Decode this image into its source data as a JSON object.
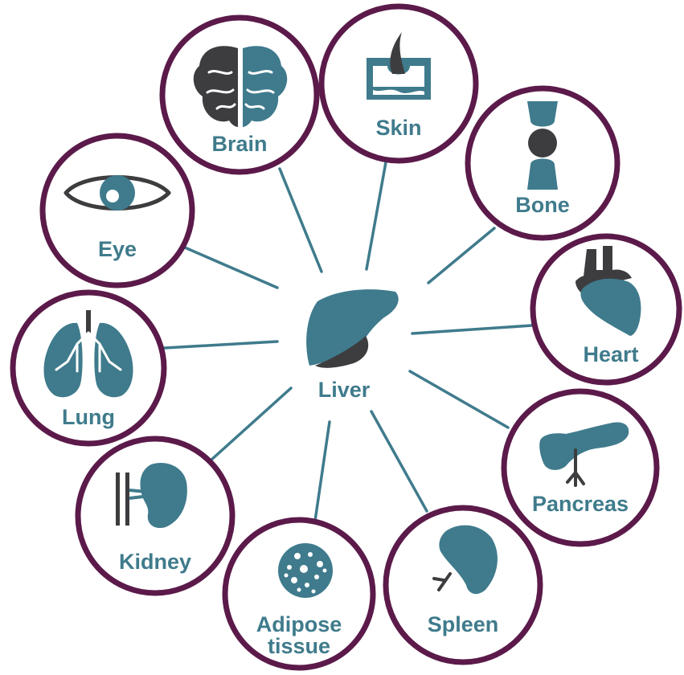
{
  "center": {
    "label": "Liver",
    "icon": "liver-icon"
  },
  "organs": [
    {
      "id": "brain",
      "label": "Brain",
      "icon": "brain-icon"
    },
    {
      "id": "skin",
      "label": "Skin",
      "icon": "skin-icon"
    },
    {
      "id": "bone",
      "label": "Bone",
      "icon": "bone-icon"
    },
    {
      "id": "heart",
      "label": "Heart",
      "icon": "heart-icon"
    },
    {
      "id": "pancreas",
      "label": "Pancreas",
      "icon": "pancreas-icon"
    },
    {
      "id": "spleen",
      "label": "Spleen",
      "icon": "spleen-icon"
    },
    {
      "id": "adipose",
      "label_line1": "Adipose",
      "label_line2": "tissue",
      "icon": "adipose-icon"
    },
    {
      "id": "kidney",
      "label": "Kidney",
      "icon": "kidney-icon"
    },
    {
      "id": "lung",
      "label": "Lung",
      "icon": "lung-icon"
    },
    {
      "id": "eye",
      "label": "Eye",
      "icon": "eye-icon"
    }
  ],
  "colors": {
    "ring": "#5b1a4a",
    "accent": "#3f7b8c",
    "dark": "#3d3d40"
  }
}
